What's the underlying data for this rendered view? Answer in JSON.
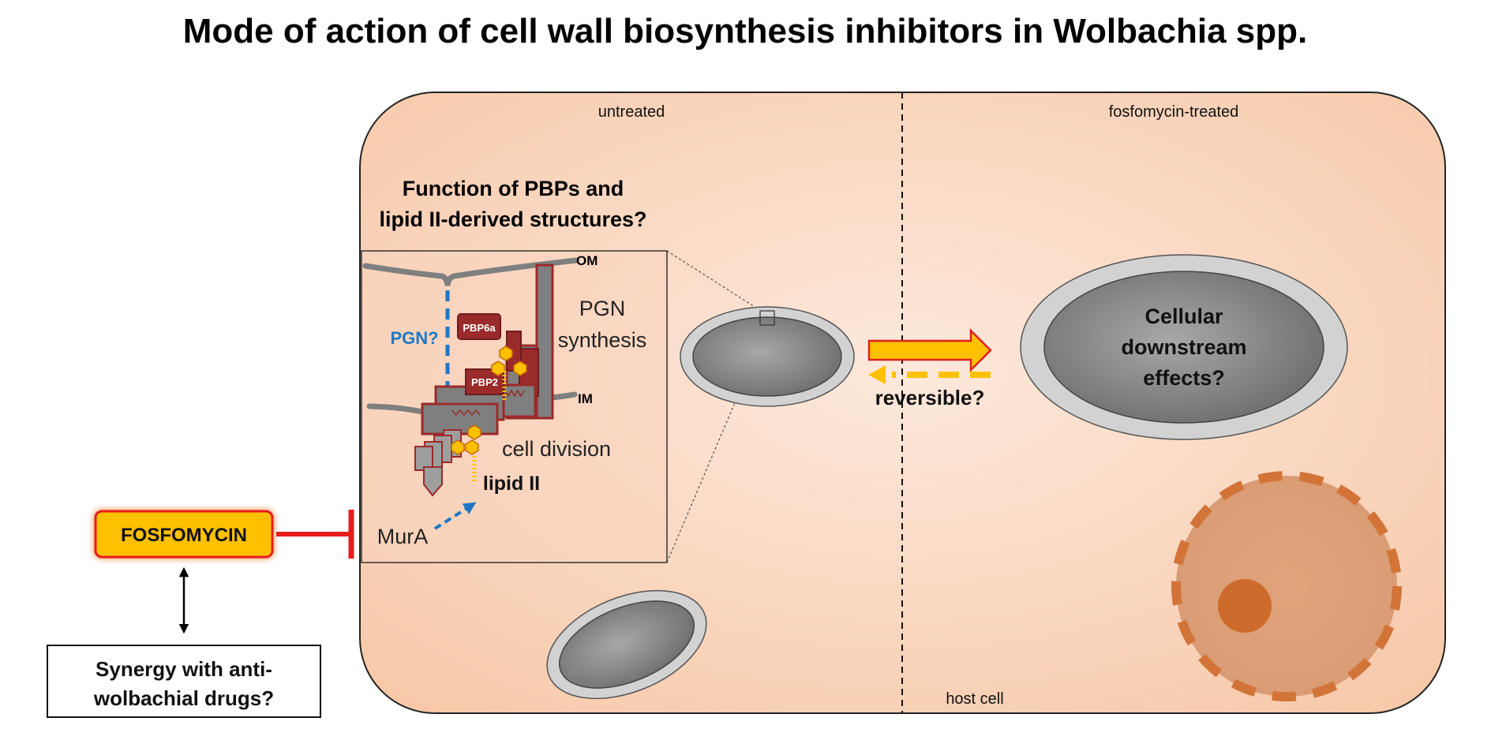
{
  "title": "Mode of action of cell wall biosynthesis inhibitors in Wolbachia spp.",
  "panels": {
    "left_label": "untreated",
    "right_label": "fosfomycin-treated",
    "host_cell_label": "host cell"
  },
  "inset": {
    "question_line1": "Function of PBPs and",
    "question_line2": "lipid II-derived structures?",
    "om": "OM",
    "im": "IM",
    "pgn_question": "PGN?",
    "pgn_synthesis_line1": "PGN",
    "pgn_synthesis_line2": "synthesis",
    "pbp6a": "PBP6a",
    "pbp2": "PBP2",
    "cell_division": "cell division",
    "lipid_ii": "lipid II",
    "mura": "MurA"
  },
  "center": {
    "reversible": "reversible?"
  },
  "right": {
    "effects_line1": "Cellular",
    "effects_line2": "downstream",
    "effects_line3": "effects?"
  },
  "left": {
    "fosfomycin": "FOSFOMYCIN",
    "synergy_line1": "Synergy with anti-",
    "synergy_line2": "wolbachial drugs?"
  },
  "colors": {
    "host_cell": "#fbd6bf",
    "pbp_red": "#9b2a2a",
    "membrane_grey": "#7f7f7f",
    "fosfomycin_yellow": "#ffc000",
    "inhibit_red": "#e81c1c",
    "pgn_blue": "#1f77c4",
    "nucleus_orange": "#d9844a"
  }
}
